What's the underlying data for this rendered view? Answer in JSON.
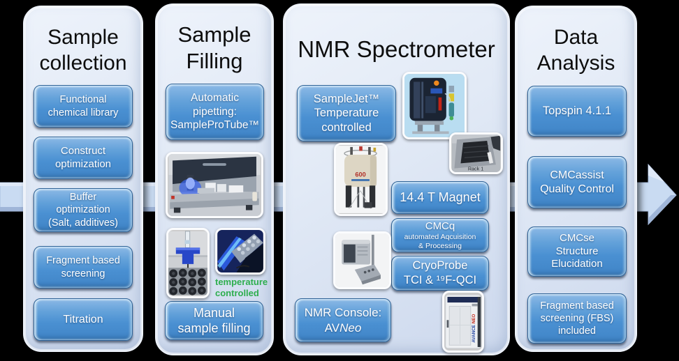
{
  "colors": {
    "background": "#000000",
    "panel_fill": "#dde6f4",
    "node_blue": "#4a90d2",
    "arrow_blue": "#c9dbf2",
    "temperature_green": "#2eae4e",
    "title_text": "#0d0d0d",
    "node_text": "#ffffff"
  },
  "panel_collection": {
    "title": "Sample\ncollection",
    "buttons": {
      "functional": "Functional\nchemical library",
      "construct": "Construct\noptimization",
      "buffer": "Buffer\noptimization\n(Salt, additives)",
      "fragment": "Fragment based\nscreening",
      "titration": "Titration"
    }
  },
  "panel_filling": {
    "title": "Sample\nFilling",
    "automatic_button": "Automatic\npipetting:\nSampleProTube™",
    "temperature_label": "temperature\ncontrolled",
    "manual_button": "Manual\nsample filling"
  },
  "panel_spectrometer": {
    "title": "NMR Spectrometer",
    "samplejet_button": "SampleJet™\nTemperature\ncontrolled",
    "magnet_button": "14.4 T Magnet",
    "cmcq_title": "CMCq",
    "cmcq_sub": "automated Aqcuisition\n& Processing",
    "cryoprobe_button": "CryoProbe\nTCI & ¹⁹F-QCI",
    "console_line1": "NMR Console:",
    "console_prefix": "AV",
    "console_italic": "Neo",
    "rack_caption": "Rack 1",
    "magnet_caption": "600",
    "console_brand_blue": "AVANCE",
    "console_brand_red": "NEO"
  },
  "panel_analysis": {
    "title": "Data\nAnalysis",
    "buttons": {
      "topspin": "Topspin 4.1.1",
      "cmcassist": "CMCassist\nQuality Control",
      "cmcse": "CMCse\nStructure\nElucidation",
      "fbs": "Fragment based\nscreening (FBS)\nincluded"
    }
  }
}
